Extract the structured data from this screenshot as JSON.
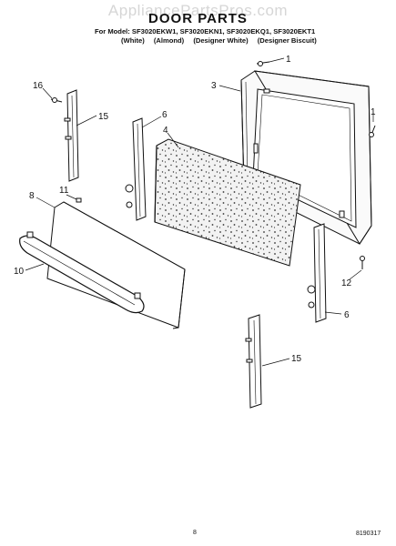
{
  "watermark": "AppliancePartsPros.com",
  "title": "DOOR PARTS",
  "models_line": "For Model: SF3020EKW1, SF3020EKN1, SF3020EKQ1, SF3020EKT1",
  "colors": [
    "(White)",
    "(Almond)",
    "(Designer White)",
    "(Designer Biscuit)"
  ],
  "callouts": [
    "1",
    "3",
    "16",
    "15",
    "6",
    "4",
    "1",
    "8",
    "11",
    "10",
    "12",
    "6",
    "15"
  ],
  "footer": {
    "page": "8",
    "figure_code": "8190317"
  }
}
